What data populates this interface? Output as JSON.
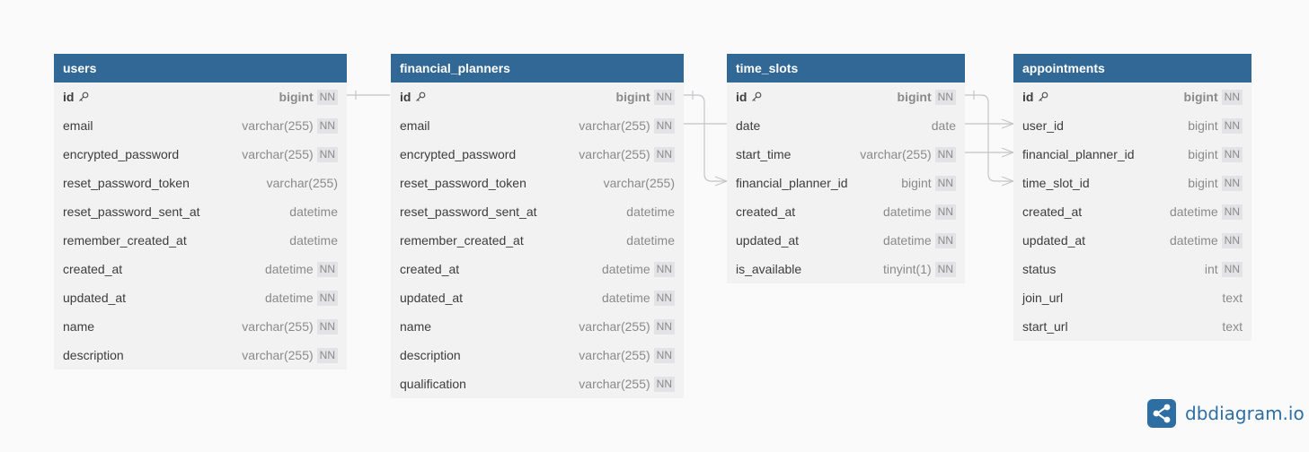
{
  "tables": [
    {
      "name": "users",
      "fields": [
        {
          "name": "id",
          "type": "bigint",
          "nn": "NN",
          "pk": true
        },
        {
          "name": "email",
          "type": "varchar(255)",
          "nn": "NN"
        },
        {
          "name": "encrypted_password",
          "type": "varchar(255)",
          "nn": "NN"
        },
        {
          "name": "reset_password_token",
          "type": "varchar(255)",
          "nn": null
        },
        {
          "name": "reset_password_sent_at",
          "type": "datetime",
          "nn": null
        },
        {
          "name": "remember_created_at",
          "type": "datetime",
          "nn": null
        },
        {
          "name": "created_at",
          "type": "datetime",
          "nn": "NN"
        },
        {
          "name": "updated_at",
          "type": "datetime",
          "nn": "NN"
        },
        {
          "name": "name",
          "type": "varchar(255)",
          "nn": "NN"
        },
        {
          "name": "description",
          "type": "varchar(255)",
          "nn": "NN"
        }
      ]
    },
    {
      "name": "financial_planners",
      "fields": [
        {
          "name": "id",
          "type": "bigint",
          "nn": "NN",
          "pk": true
        },
        {
          "name": "email",
          "type": "varchar(255)",
          "nn": "NN"
        },
        {
          "name": "encrypted_password",
          "type": "varchar(255)",
          "nn": "NN"
        },
        {
          "name": "reset_password_token",
          "type": "varchar(255)",
          "nn": null
        },
        {
          "name": "reset_password_sent_at",
          "type": "datetime",
          "nn": null
        },
        {
          "name": "remember_created_at",
          "type": "datetime",
          "nn": null
        },
        {
          "name": "created_at",
          "type": "datetime",
          "nn": "NN"
        },
        {
          "name": "updated_at",
          "type": "datetime",
          "nn": "NN"
        },
        {
          "name": "name",
          "type": "varchar(255)",
          "nn": "NN"
        },
        {
          "name": "description",
          "type": "varchar(255)",
          "nn": "NN"
        },
        {
          "name": "qualification",
          "type": "varchar(255)",
          "nn": "NN"
        }
      ]
    },
    {
      "name": "time_slots",
      "fields": [
        {
          "name": "id",
          "type": "bigint",
          "nn": "NN",
          "pk": true
        },
        {
          "name": "date",
          "type": "date",
          "nn": null
        },
        {
          "name": "start_time",
          "type": "varchar(255)",
          "nn": "NN"
        },
        {
          "name": "financial_planner_id",
          "type": "bigint",
          "nn": "NN"
        },
        {
          "name": "created_at",
          "type": "datetime",
          "nn": "NN"
        },
        {
          "name": "updated_at",
          "type": "datetime",
          "nn": "NN"
        },
        {
          "name": "is_available",
          "type": "tinyint(1)",
          "nn": "NN"
        }
      ]
    },
    {
      "name": "appointments",
      "fields": [
        {
          "name": "id",
          "type": "bigint",
          "nn": "NN",
          "pk": true
        },
        {
          "name": "user_id",
          "type": "bigint",
          "nn": "NN"
        },
        {
          "name": "financial_planner_id",
          "type": "bigint",
          "nn": "NN"
        },
        {
          "name": "time_slot_id",
          "type": "bigint",
          "nn": "NN"
        },
        {
          "name": "created_at",
          "type": "datetime",
          "nn": "NN"
        },
        {
          "name": "updated_at",
          "type": "datetime",
          "nn": "NN"
        },
        {
          "name": "status",
          "type": "int",
          "nn": "NN"
        },
        {
          "name": "join_url",
          "type": "text",
          "nn": null
        },
        {
          "name": "start_url",
          "type": "text",
          "nn": null
        }
      ]
    }
  ],
  "relationships": [
    {
      "from": "financial_planners.id",
      "to": "time_slots.financial_planner_id",
      "kind": "one-to-many"
    },
    {
      "from": "users.id",
      "to": "appointments.user_id",
      "kind": "one-to-many"
    },
    {
      "from": "financial_planners.id",
      "to": "appointments.financial_planner_id",
      "kind": "one-to-many"
    },
    {
      "from": "time_slots.id",
      "to": "appointments.time_slot_id",
      "kind": "one-to-many"
    }
  ],
  "brand": {
    "name": "dbdiagram.io",
    "icon": "share-nodes-icon"
  },
  "colors": {
    "header": "#316896",
    "body": "#f2f2f3",
    "brand": "#2e6fa3"
  }
}
